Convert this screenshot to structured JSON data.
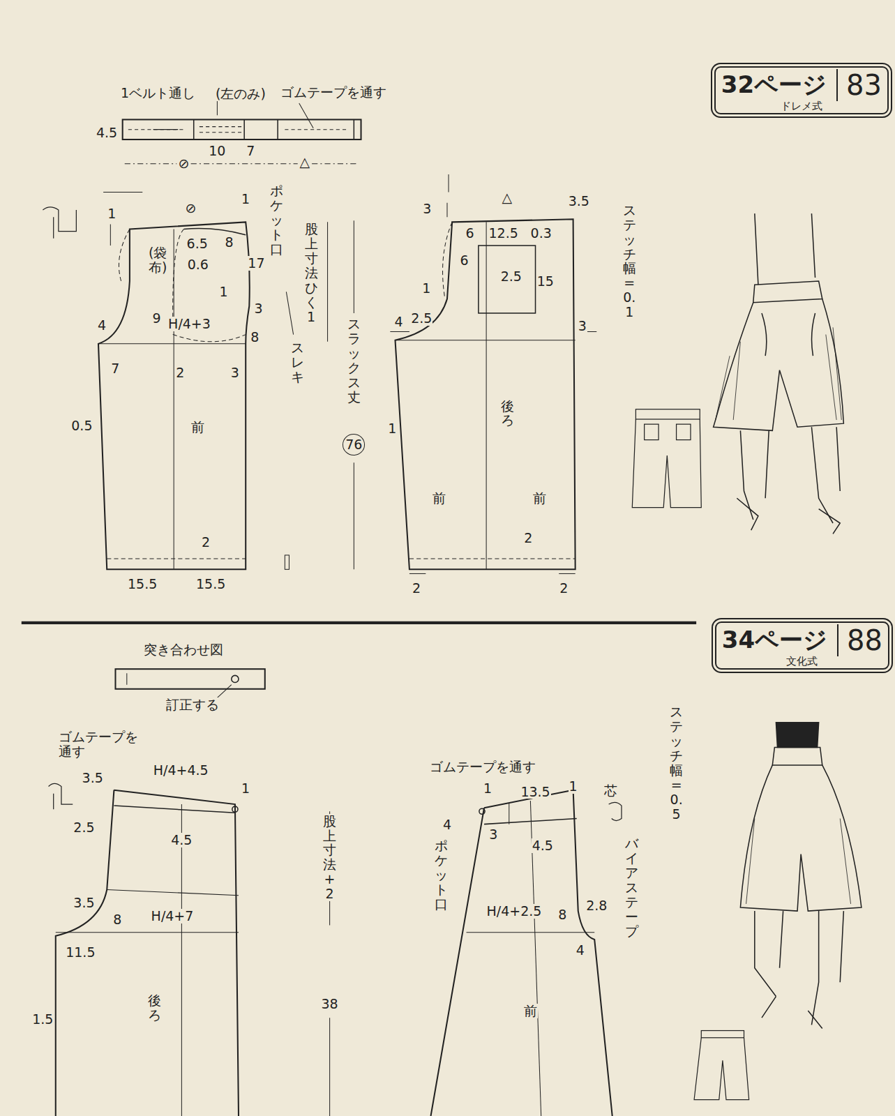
{
  "diagram": {
    "nodes": [
      {
        "text": [
          "32ページ",
          "83",
          "ドレメ式"
        ]
      },
      {
        "text": [
          "34ページ",
          "88",
          "文化式"
        ]
      }
    ],
    "labels": [
      "1ベルト通し",
      "(左のみ)",
      "ゴムテープを通す",
      "4.5",
      "10",
      "7",
      "⊘",
      "△",
      "1",
      "⊘",
      "1",
      "ポケット口",
      "6.5",
      "8",
      "0.6",
      "17",
      "(袋布)",
      "1",
      "3",
      "9",
      "H/4+3",
      "8",
      "4",
      "7",
      "2",
      "3",
      "スレキ",
      "前",
      "0.5",
      "2",
      "15.5",
      "15.5",
      "股上寸法ひく1",
      "スラックス丈",
      "76",
      "△",
      "3.5",
      "3",
      "6",
      "12.5",
      "0.3",
      "6",
      "2.5",
      "15",
      "1",
      "4",
      "2.5",
      "3",
      "後ろ",
      "1",
      "前",
      "前",
      "2",
      "2",
      "2",
      "ステッチ幅=0.1",
      "突き合わせ図",
      "訂正する",
      "ゴムテープを 通す",
      "3.5",
      "H/4+4.5",
      "1",
      "2.5",
      "4.5",
      "3.5",
      "8",
      "H/4+7",
      "11.5",
      "後ろ",
      "1.5",
      "股上寸法+2",
      "38",
      "ゴムテープを通す",
      "1",
      "13.5",
      "1",
      "4",
      "3",
      "4.5",
      "ポケット口",
      "H/4+2.5",
      "8",
      "2.8",
      "4",
      "前",
      "芯",
      "バイアステープ",
      "ステッチ幅=0.5"
    ]
  }
}
